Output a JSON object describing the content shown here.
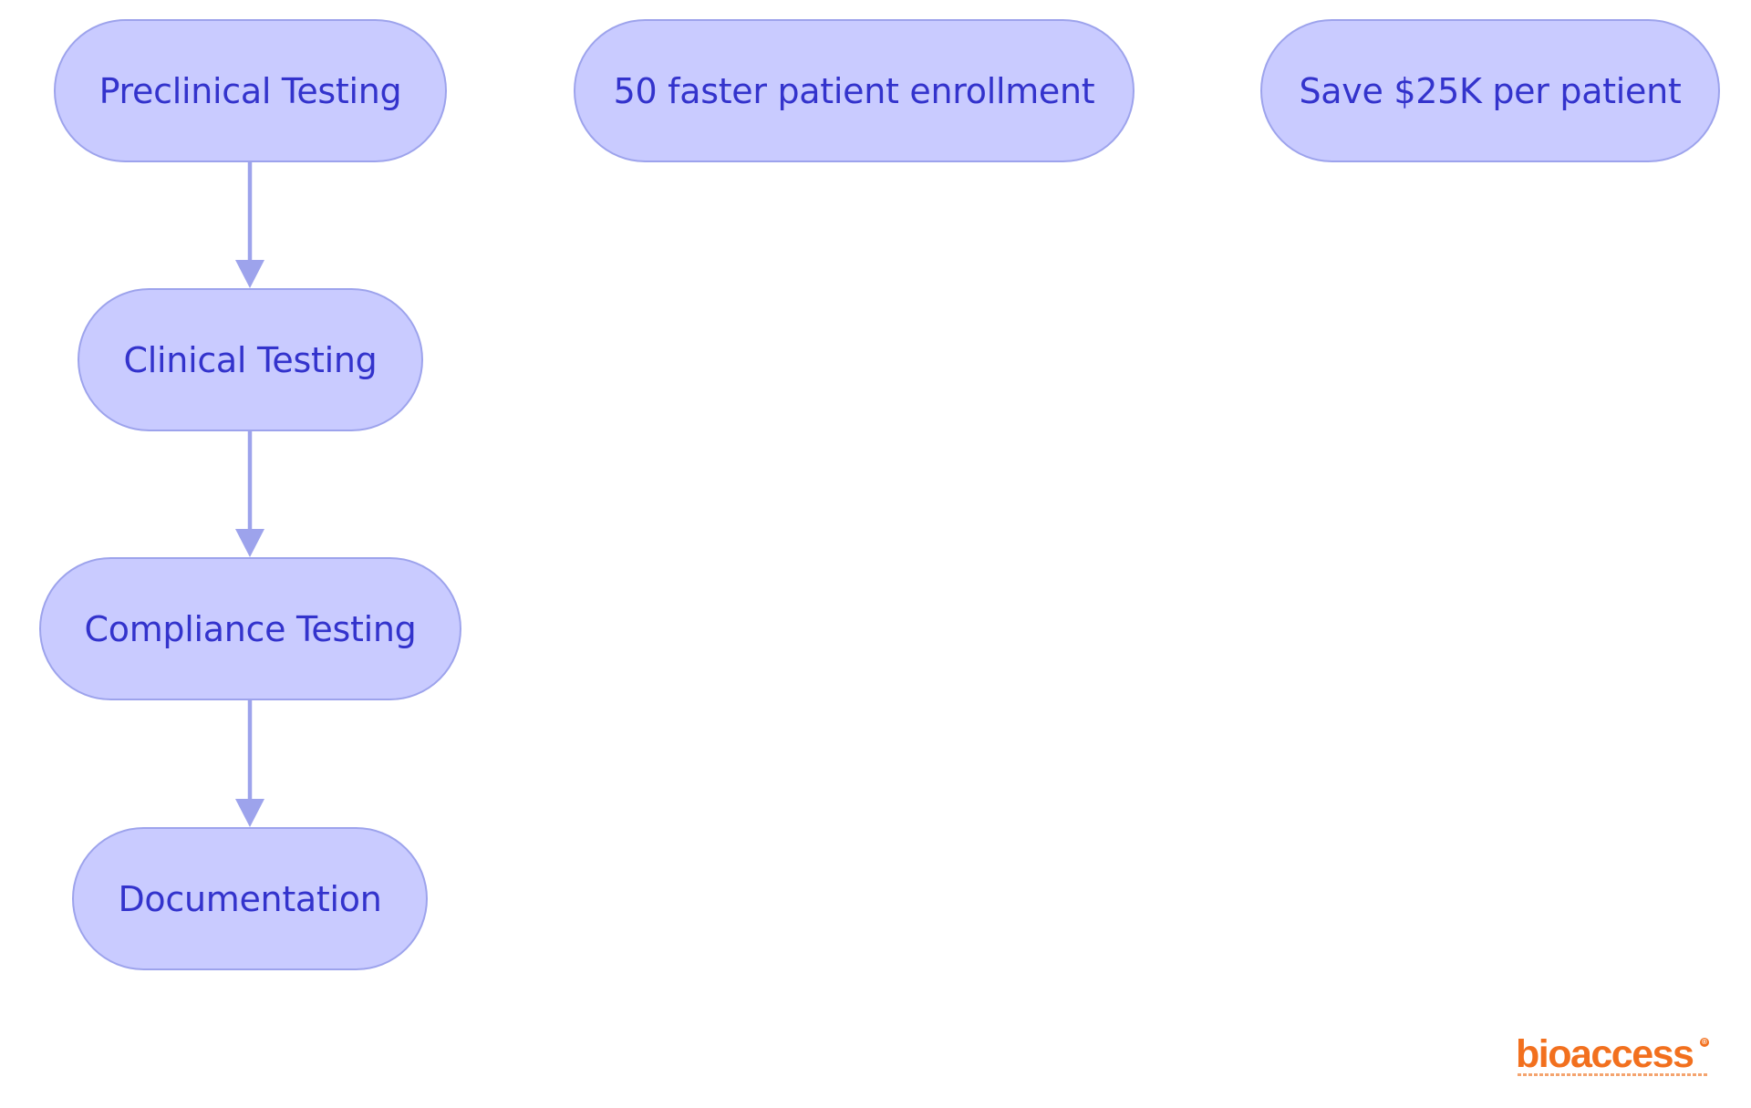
{
  "diagram": {
    "nodes": {
      "preclinical": "Preclinical Testing",
      "enrollment": "50 faster patient enrollment",
      "save": "Save $25K per patient",
      "clinical": "Clinical Testing",
      "compliance": "Compliance Testing",
      "documentation": "Documentation"
    },
    "edges": [
      {
        "from": "preclinical",
        "to": "clinical"
      },
      {
        "from": "clinical",
        "to": "compliance"
      },
      {
        "from": "compliance",
        "to": "documentation"
      }
    ]
  },
  "logo": {
    "wordmark": "bioaccess",
    "registered": "®"
  },
  "colors": {
    "node_fill": "#c9cbff",
    "node_border": "#9da3ec",
    "node_text": "#3333cc",
    "edge": "#9da3ec",
    "logo": "#f2701e"
  }
}
